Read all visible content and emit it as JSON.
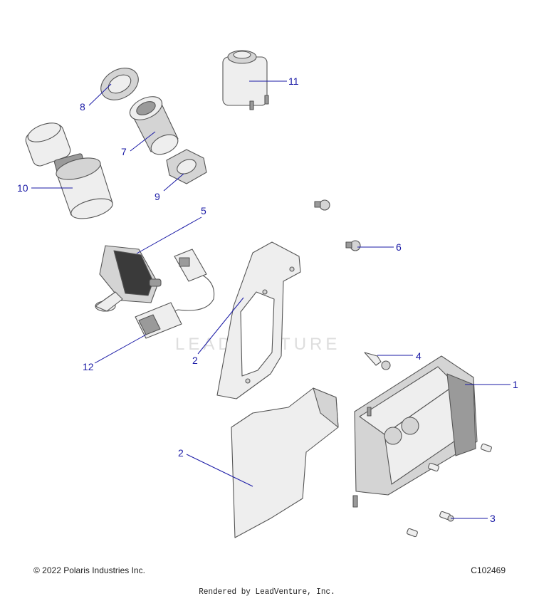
{
  "diagram": {
    "callouts": [
      {
        "id": "c1",
        "label": "1"
      },
      {
        "id": "c2a",
        "label": "2"
      },
      {
        "id": "c2b",
        "label": "2"
      },
      {
        "id": "c3",
        "label": "3"
      },
      {
        "id": "c4",
        "label": "4"
      },
      {
        "id": "c5",
        "label": "5"
      },
      {
        "id": "c6",
        "label": "6"
      },
      {
        "id": "c7",
        "label": "7"
      },
      {
        "id": "c8",
        "label": "8"
      },
      {
        "id": "c9",
        "label": "9"
      },
      {
        "id": "c10",
        "label": "10"
      },
      {
        "id": "c11",
        "label": "11"
      },
      {
        "id": "c12",
        "label": "12"
      }
    ],
    "watermark": "LEADVENTURE"
  },
  "footer": {
    "copyright": "© 2022 Polaris Industries Inc.",
    "diagram_id": "C102469",
    "rendered_by": "Rendered by LeadVenture, Inc."
  },
  "colors": {
    "callout": "#1a1aa6",
    "part_outline": "#555555",
    "part_fill": "#eeeeee"
  }
}
